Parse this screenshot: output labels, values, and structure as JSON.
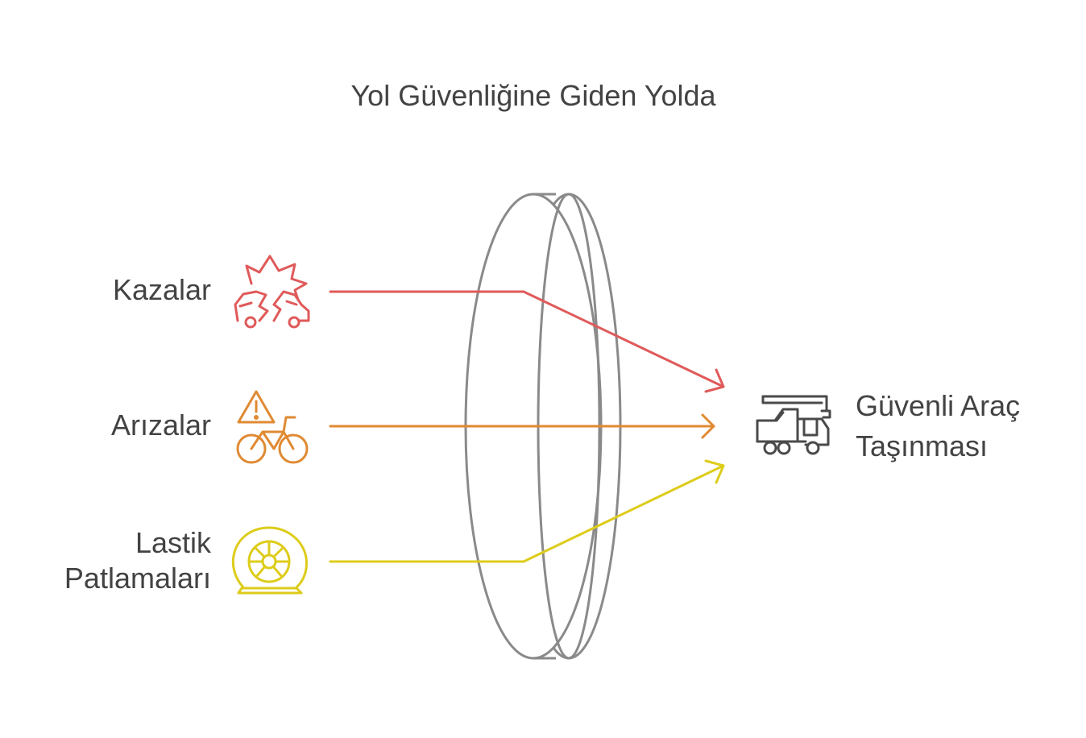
{
  "title": "Yol Güvenliğine Giden Yolda",
  "inputs": [
    {
      "lines": [
        "Kazalar"
      ],
      "color": "#E05A5A",
      "icon": "car-crash-icon"
    },
    {
      "lines": [
        "Arızalar"
      ],
      "color": "#E08A33",
      "icon": "warning-bicycle-icon"
    },
    {
      "lines": [
        "Lastik",
        "Patlamaları"
      ],
      "color": "#DDCC1A",
      "icon": "flat-tire-icon"
    }
  ],
  "output": {
    "lines": [
      "Güvenli Araç",
      "Taşınması"
    ],
    "color": "#4A4A4A",
    "icon": "tow-truck-icon"
  },
  "colors": {
    "lens": "#8A8A8A",
    "text": "#434343"
  }
}
